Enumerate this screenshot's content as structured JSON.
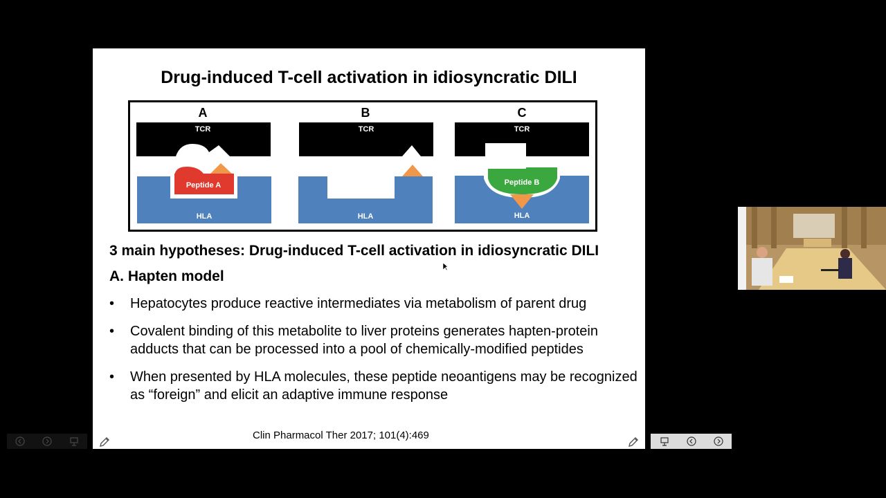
{
  "slide": {
    "title": "Drug-induced T-cell activation in idiosyncratic DILI",
    "figure": {
      "panels": [
        {
          "letter": "A",
          "top_label": "TCR",
          "bottom_label": "HLA",
          "peptide_label": "Peptide A",
          "peptide_color": "#e03a2f"
        },
        {
          "letter": "B",
          "top_label": "TCR",
          "bottom_label": "HLA"
        },
        {
          "letter": "C",
          "top_label": "TCR",
          "bottom_label": "HLA",
          "peptide_label": "Peptide B",
          "peptide_color": "#3aa83f"
        }
      ],
      "colors": {
        "tcr": "#000000",
        "hla": "#4f81bd",
        "drug": "#f0974a"
      }
    },
    "heading": "3 main hypotheses: Drug-induced T-cell activation in idiosyncratic DILI",
    "model_heading": "A. Hapten model",
    "bullet_symbol": "•",
    "bullets": [
      "Hepatocytes produce reactive intermediates via metabolism of parent drug",
      "Covalent binding of this metabolite to liver proteins generates hapten-protein adducts that can be processed into a pool of chemically-modified peptides",
      "When presented by HLA molecules, these peptide neoantigens may be recognized as “foreign” and elicit an adaptive immune response"
    ],
    "citation": "Clin Pharmacol Ther 2017; 101(4):469"
  },
  "controls": {
    "icons": [
      "pencil-icon",
      "presentation-icon",
      "previous-icon",
      "next-icon"
    ]
  }
}
